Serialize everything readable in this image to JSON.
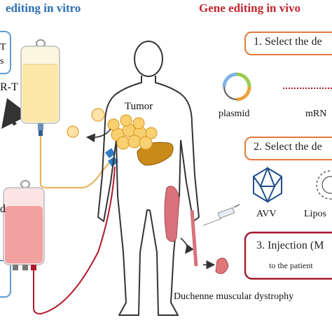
{
  "headers": {
    "vitro": "editing in vitro",
    "vivo": "Gene editing in vivo"
  },
  "left": {
    "top_box_line1": "T",
    "top_box_line2": "s",
    "bag_label": "R-T",
    "bottom_label": "d"
  },
  "center": {
    "tumor_label": "Tumor",
    "disease_label": "Duchenne muscular dystrophy"
  },
  "right": {
    "step1": "1. Select the de",
    "plasmid_label": "plasmid",
    "mrna_label": "mRN",
    "step2": "2. Select the de",
    "avv_label": "AVV",
    "lipo_label": "Lipos",
    "step3": "3. Injection (M",
    "step3_sub": "to the patient"
  },
  "colors": {
    "vitro_header": "#2c6fb0",
    "vivo_header": "#c2262d",
    "orange_box": "#e07a3c",
    "red_box": "#a3162d",
    "blue_box": "#5b9bd5",
    "tube_orange": "#e8b45c",
    "tube_red": "#b0182b",
    "vector_blue": "#1f4e8c"
  }
}
